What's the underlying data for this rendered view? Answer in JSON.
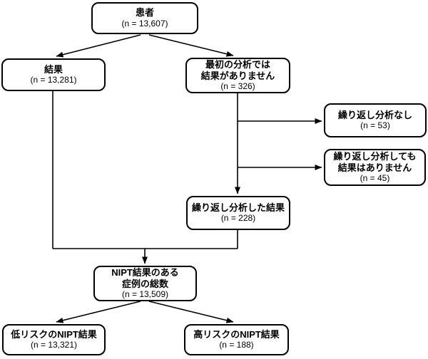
{
  "diagram": {
    "background_color": "#ffffff",
    "line_color": "#000000",
    "nodes": {
      "patients": {
        "line1": "患者",
        "count": "(n = 13,607)"
      },
      "results": {
        "line1": "結果",
        "count": "(n = 13,281)"
      },
      "initial_no_result": {
        "line1": "最初の分析では",
        "line2": "結果がありません",
        "count": "(n = 326)"
      },
      "no_repeat_analysis": {
        "line1": "繰り返し分析なし",
        "count": "(n = 53)"
      },
      "repeat_no_result": {
        "line1": "繰り返し分析しても",
        "line2": "結果はありません",
        "count": "(n = 45)"
      },
      "repeat_result": {
        "line1": "繰り返し分析した結果",
        "count": "(n = 228)"
      },
      "total_with_result": {
        "line1": "NIPT結果のある",
        "line2": "症例の総数",
        "count": "(n = 13,509)"
      },
      "low_risk": {
        "line1": "低リスクのNIPT結果",
        "count": "(n = 13,321)"
      },
      "high_risk": {
        "line1": "高リスクのNIPT結果",
        "count": "(n = 188)"
      }
    }
  }
}
